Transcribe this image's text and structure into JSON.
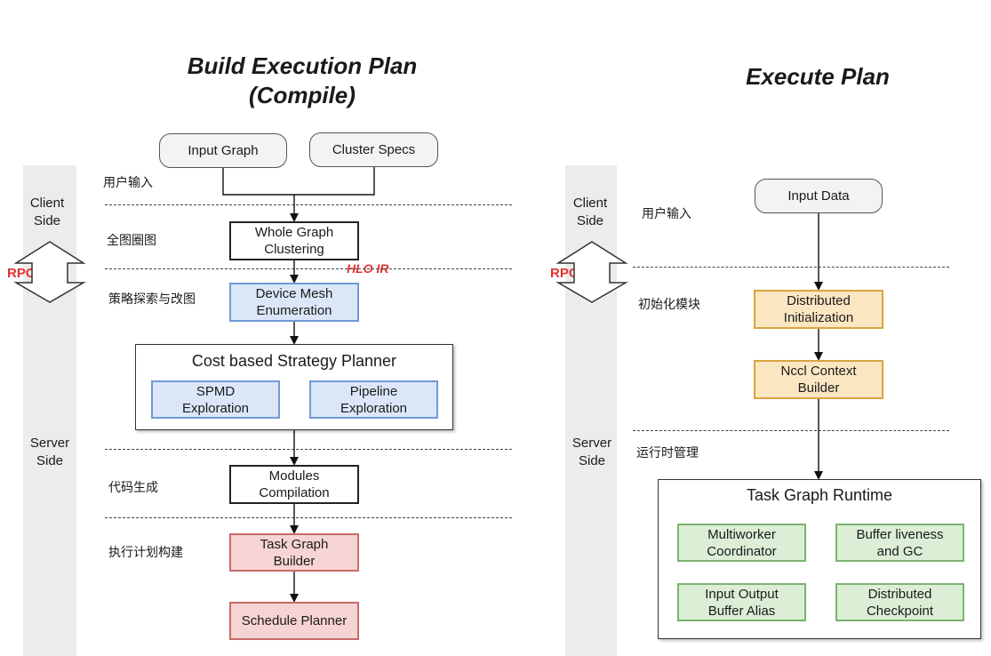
{
  "left": {
    "title_line1": "Build Execution Plan",
    "title_line2": "(Compile)",
    "client_side": "Client\nSide",
    "server_side": "Server\nSide",
    "rpc": "RPC",
    "hlo_ir": "HLO IR",
    "stages": [
      "用户输入",
      "全图圈图",
      "策略探索与改图",
      "代码生成",
      "执行计划构建"
    ],
    "nodes": {
      "input_graph": "Input Graph",
      "cluster_specs": "Cluster Specs",
      "whole_graph": "Whole Graph\nClustering",
      "device_mesh": "Device Mesh\nEnumeration",
      "planner_title": "Cost based Strategy Planner",
      "spmd": "SPMD\nExploration",
      "pipeline": "Pipeline\nExploration",
      "modules": "Modules\nCompilation",
      "task_graph_builder": "Task Graph\nBuilder",
      "schedule_planner": "Schedule Planner"
    }
  },
  "right": {
    "title": "Execute Plan",
    "client_side": "Client\nSide",
    "server_side": "Server\nSide",
    "rpc": "RPC",
    "stages": [
      "用户输入",
      "初始化模块",
      "运行时管理"
    ],
    "nodes": {
      "input_data": "Input Data",
      "distributed_init": "Distributed\nInitialization",
      "nccl": "Nccl Context\nBuilder",
      "runtime_title": "Task Graph Runtime",
      "multiworker": "Multiworker\nCoordinator",
      "buffer_liveness": "Buffer liveness\nand GC",
      "buffer_alias": "Input Output\nBuffer Alias",
      "checkpoint": "Distributed\nCheckpoint"
    }
  }
}
